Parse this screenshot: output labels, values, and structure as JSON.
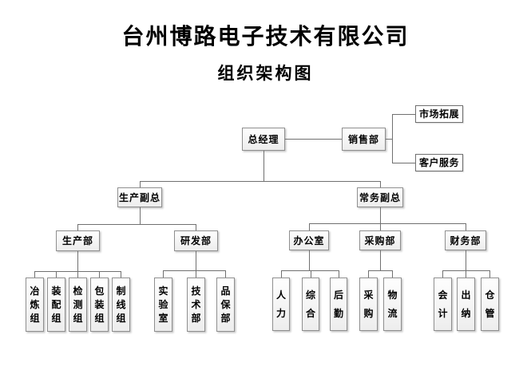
{
  "title": "台州博路电子技术有限公司",
  "subtitle": "组织架构图",
  "nodes": {
    "general_manager": "总经理",
    "sales_dept": "销售部",
    "market_expansion": "市场拓展",
    "customer_service": "客户服务",
    "production_vp": "生产副总",
    "executive_vp": "常务副总",
    "production_dept": "生产部",
    "rnd_dept": "研发部",
    "office": "办公室",
    "purchasing_dept": "采购部",
    "finance_dept": "财务部",
    "smelting_group": "冶炼组",
    "assembly_group": "装配组",
    "inspection_group": "检测组",
    "packaging_group": "包装组",
    "wire_making_group": "制线组",
    "laboratory": "实验室",
    "technical_dept": "技术部",
    "quality_assurance_dept": "品保部",
    "human_resources": "人力",
    "general_affairs": "综合",
    "logistics_support": "后勤",
    "procurement": "采购",
    "logistics": "物流",
    "accounting": "会计",
    "cashier": "出纳",
    "warehouse": "仓管"
  },
  "hierarchy": {
    "总经理": {
      "销售部": [
        "市场拓展",
        "客户服务"
      ],
      "生产副总": {
        "生产部": [
          "冶炼组",
          "装配组",
          "检测组",
          "包装组",
          "制线组"
        ],
        "研发部": [
          "实验室",
          "技术部",
          "品保部"
        ]
      },
      "常务副总": {
        "办公室": [
          "人力",
          "综合",
          "后勤"
        ],
        "采购部": [
          "采购",
          "物流"
        ],
        "财务部": [
          "会计",
          "出纳",
          "仓管"
        ]
      }
    }
  }
}
